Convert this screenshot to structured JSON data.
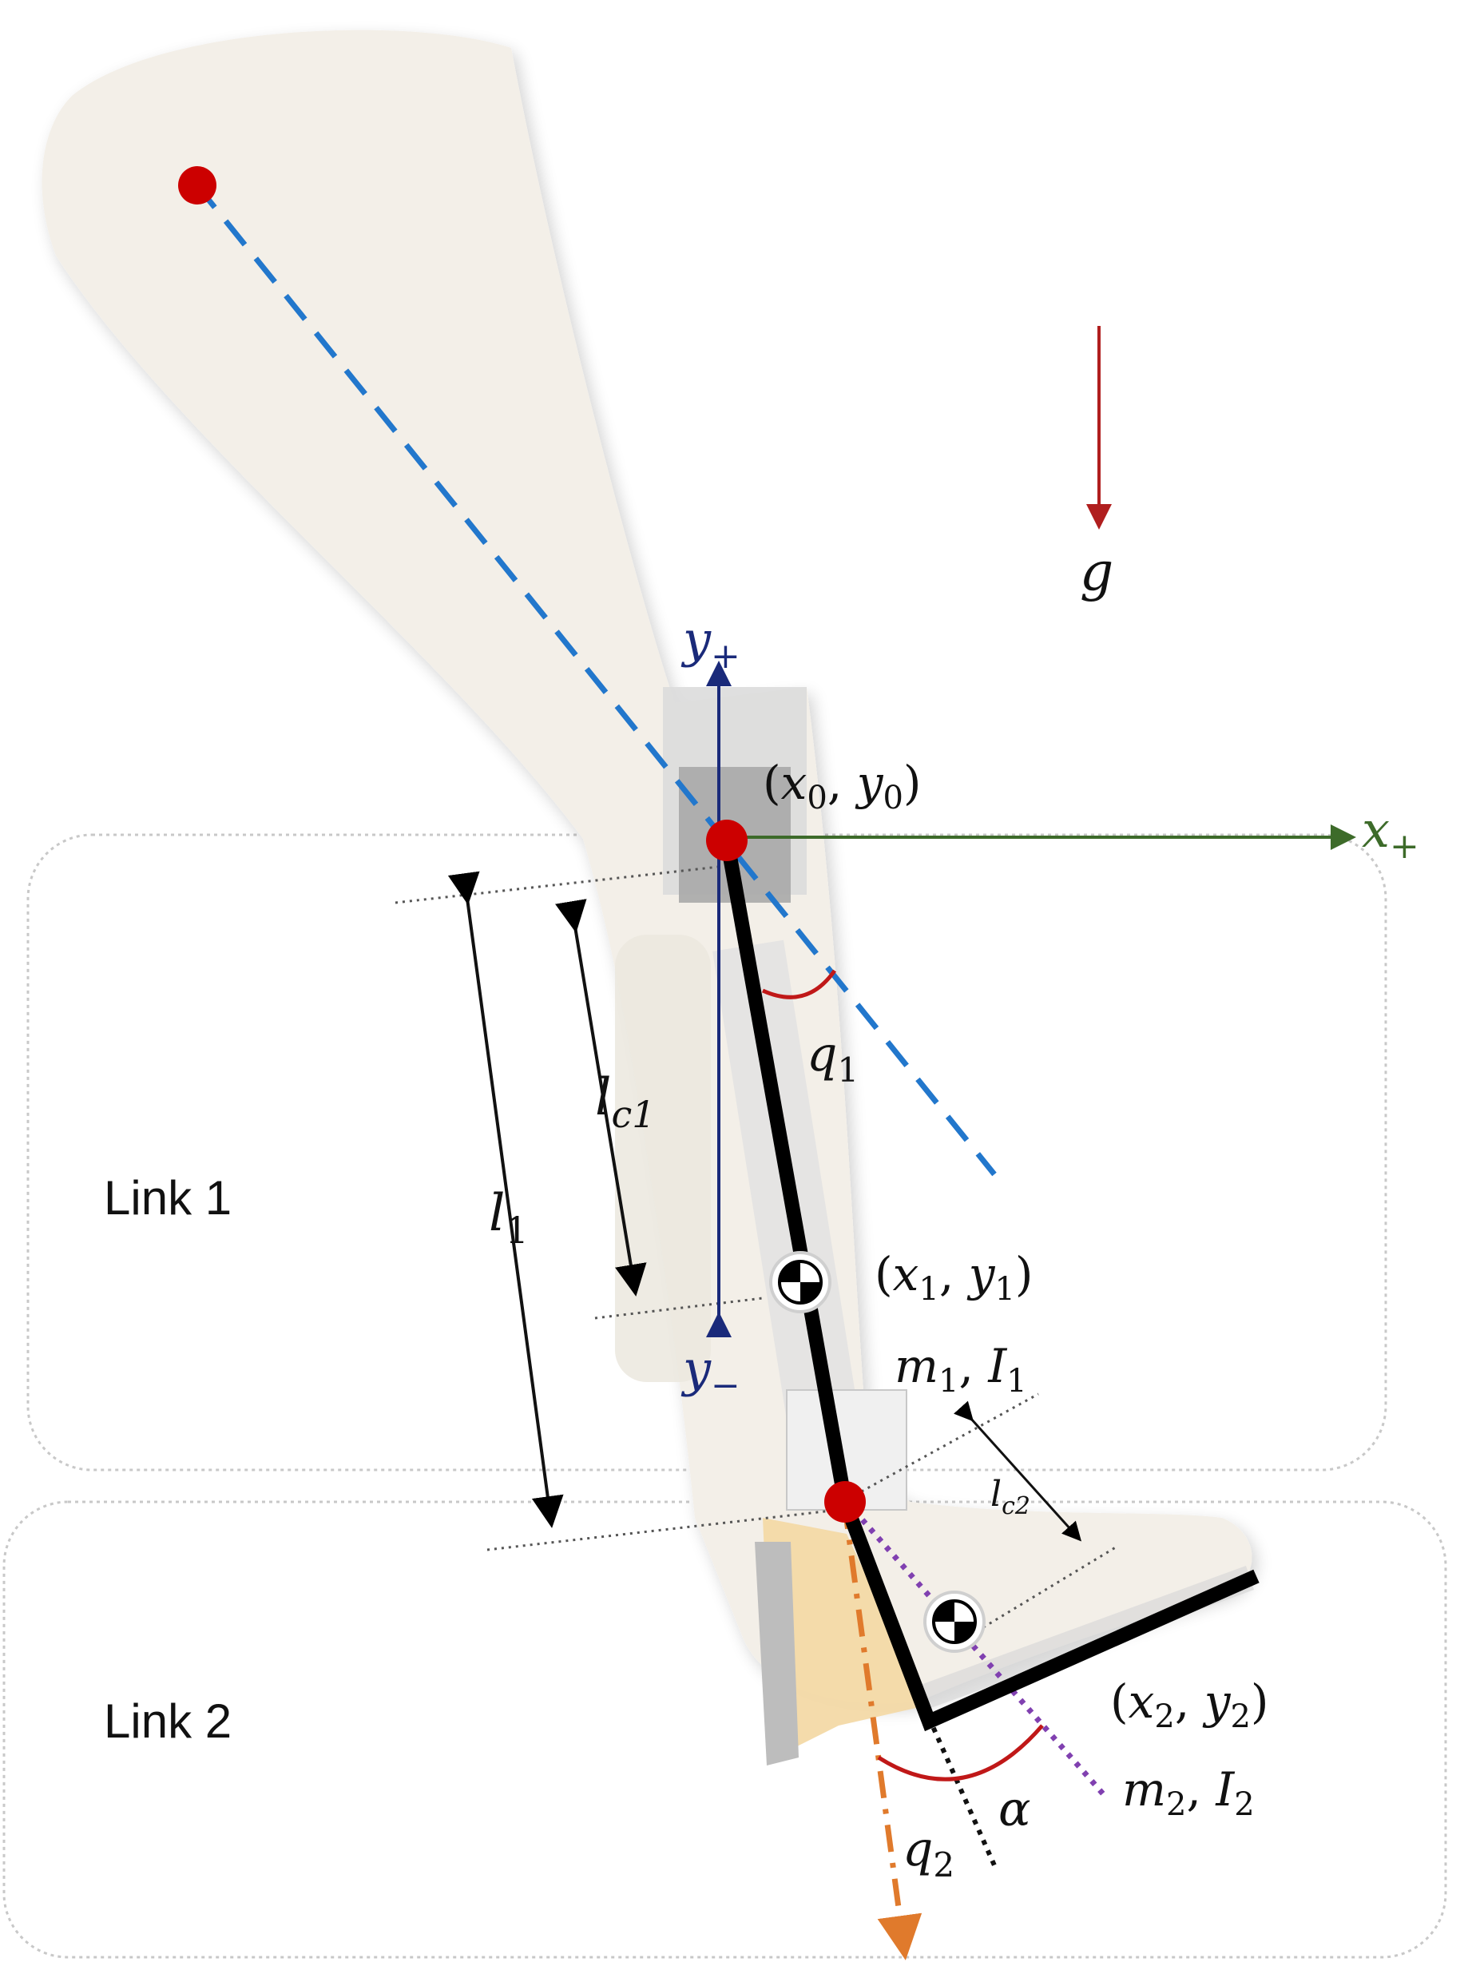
{
  "colors": {
    "leg_fill": "#f3efe8",
    "brace_gray": "#d2d2d2",
    "brace_dark": "#9a9a9a",
    "joint_red": "#cc0000",
    "axis_blue": "#1a2a7a",
    "axis_green": "#3d6b2a",
    "thigh_line": "#2277cc",
    "shank_line": "#e07a2c",
    "foot_line": "#8040b0",
    "gravity": "#b01e1e",
    "link_black": "#000000",
    "region_border": "#c8c8c8",
    "ankle_orange": "#f3d9a6"
  },
  "regions": {
    "link1_label": "Link 1",
    "link2_label": "Link 2"
  },
  "labels": {
    "gravity": "g",
    "y_plus": {
      "base": "y",
      "sub": "+"
    },
    "y_minus": {
      "base": "y",
      "sub": "−"
    },
    "x_plus": {
      "base": "x",
      "sub": "+"
    },
    "origin": {
      "open": "(",
      "a": "x",
      "a_sub": "0",
      "sep": ", ",
      "b": "y",
      "b_sub": "0",
      "close": ")"
    },
    "com1": {
      "open": "(",
      "a": "x",
      "a_sub": "1",
      "sep": ", ",
      "b": "y",
      "b_sub": "1",
      "close": ")"
    },
    "mass1": {
      "a": "m",
      "a_sub": "1",
      "sep": ", ",
      "b": "I",
      "b_sub": "1"
    },
    "com2": {
      "open": "(",
      "a": "x",
      "a_sub": "2",
      "sep": ", ",
      "b": "y",
      "b_sub": "2",
      "close": ")"
    },
    "mass2": {
      "a": "m",
      "a_sub": "2",
      "sep": ", ",
      "b": "I",
      "b_sub": "2"
    },
    "q1": {
      "base": "q",
      "sub": "1"
    },
    "q2": {
      "base": "q",
      "sub": "2"
    },
    "alpha": "α",
    "lc1": {
      "base": "l",
      "sub": "c1"
    },
    "l1": {
      "base": "l",
      "sub": "1"
    },
    "lc2": {
      "base": "l",
      "sub": "c2"
    }
  }
}
